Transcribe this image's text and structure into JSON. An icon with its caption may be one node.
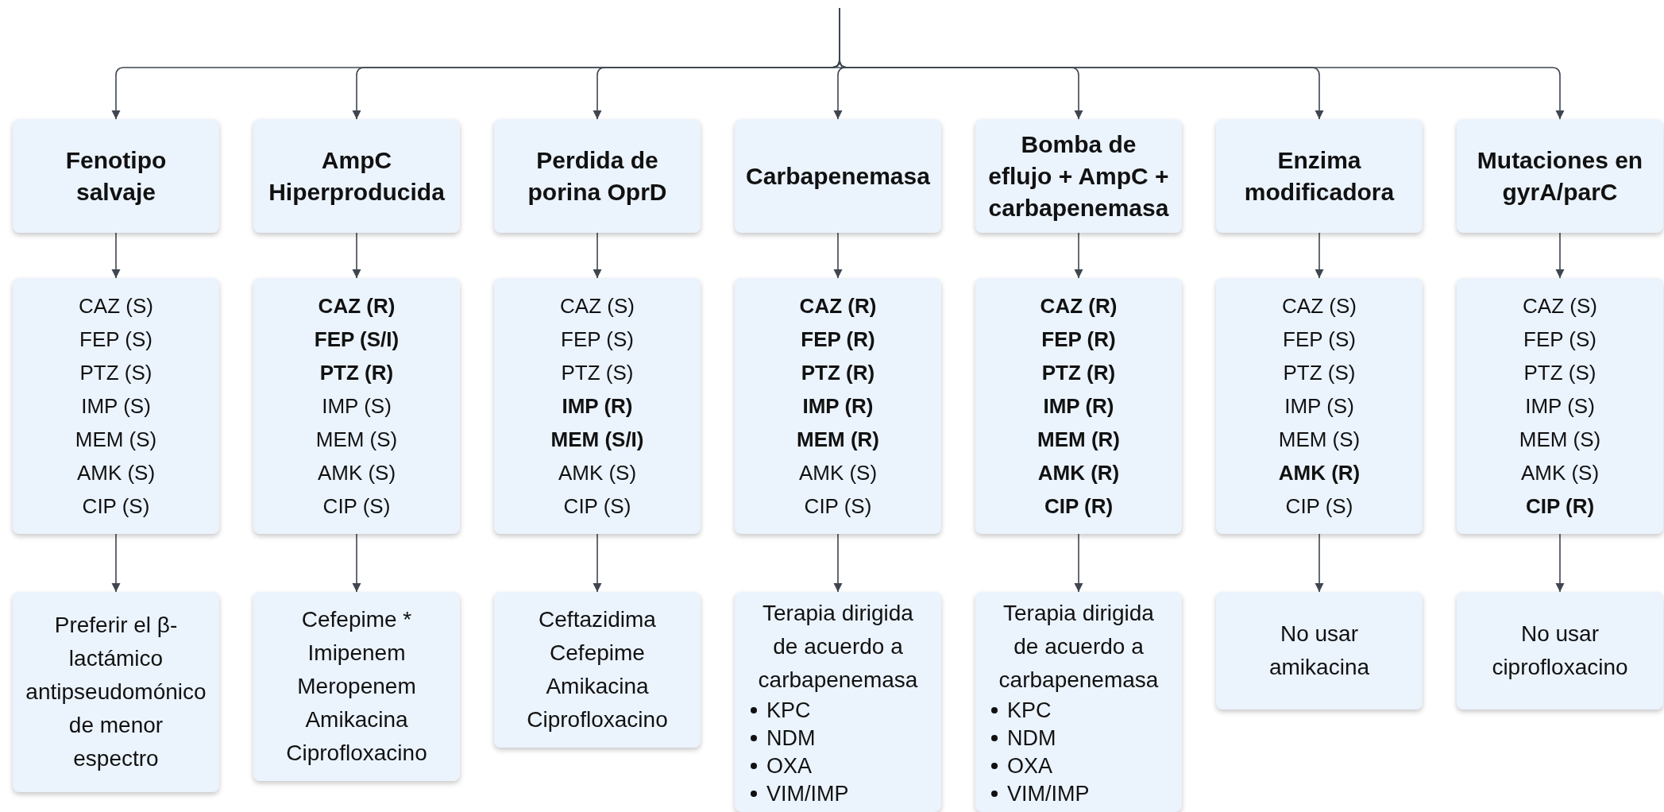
{
  "diagram": {
    "nodes": [
      {
        "text": [
          "Fenotipo salvaje"
        ]
      },
      {
        "text": [
          "AmpC Hiperproducida"
        ]
      },
      {
        "text": [
          "Perdida de porina OprD"
        ]
      },
      {
        "text": [
          "Carbapenemasa"
        ]
      },
      {
        "text": [
          "Bomba de eflujo + AmpC + carbapenemasa"
        ]
      },
      {
        "text": [
          "Enzima modificadora"
        ]
      },
      {
        "text": [
          "Mutaciones en gyrA/parC"
        ]
      },
      {
        "text": [
          "CAZ (S)",
          "FEP (S)",
          "PTZ (S)",
          "IMP (S)",
          "MEM (S)",
          "AMK (S)",
          "CIP (S)"
        ]
      },
      {
        "text": [
          "**CAZ (R)**",
          "**FEP (S/I)**",
          "**PTZ (R)**",
          "IMP (S)",
          "MEM (S)",
          "AMK (S)",
          "CIP (S)"
        ]
      },
      {
        "text": [
          "CAZ (S)",
          "FEP (S)",
          "PTZ (S)",
          "**IMP (R)**",
          "**MEM (S/I)**",
          "AMK (S)",
          "CIP (S)"
        ]
      },
      {
        "text": [
          "**CAZ (R)**",
          "**FEP (R)**",
          "**PTZ (R)**",
          "**IMP (R)**",
          "**MEM (R)**",
          "AMK (S)",
          "CIP (S)"
        ]
      },
      {
        "text": [
          "**CAZ (R)**",
          "**FEP (R)**",
          "**PTZ (R)**",
          "**IMP (R)**",
          "**MEM (R)**",
          "**AMK (R)**",
          "**CIP (R)**"
        ]
      },
      {
        "text": [
          "CAZ (S)",
          "FEP (S)",
          "PTZ (S)",
          "IMP (S)",
          "MEM (S)",
          "**AMK (R)**",
          "CIP (S)"
        ]
      },
      {
        "text": [
          "CAZ (S)",
          "FEP (S)",
          "PTZ (S)",
          "IMP (S)",
          "MEM (S)",
          "AMK (S)",
          "**CIP (R)**"
        ]
      },
      {
        "text": [
          "Preferir el β-lactámico antipseudomónico de menor espectro"
        ]
      },
      {
        "text": [
          "Cefepime *",
          "Imipenem",
          "Meropenem",
          "Amikacina",
          "Ciprofloxacino"
        ]
      },
      {
        "text": [
          "Ceftazidima",
          "Cefepime",
          "Amikacina",
          "Ciprofloxacino"
        ]
      },
      {
        "text": [
          "Terapia dirigida de acuerdo a carbapenemasa",
          "KPC",
          "NDM",
          "OXA",
          "VIM/IMP"
        ]
      },
      {
        "text": [
          "Terapia dirigida de acuerdo a carbapenemasa",
          "KPC",
          "NDM",
          "OXA",
          "VIM/IMP"
        ]
      },
      {
        "text": [
          "No usar amikacina"
        ]
      },
      {
        "text": [
          "No usar ciprofloxacino"
        ]
      }
    ],
    "edges": [
      {
        "from": null,
        "to": 0,
        "arrow": "to"
      },
      {
        "from": null,
        "to": 1,
        "arrow": "to"
      },
      {
        "from": null,
        "to": 2,
        "arrow": "to"
      },
      {
        "from": null,
        "to": 3,
        "arrow": "to"
      },
      {
        "from": null,
        "to": 4,
        "arrow": "to"
      },
      {
        "from": null,
        "to": 5,
        "arrow": "to"
      },
      {
        "from": null,
        "to": 6,
        "arrow": "to"
      },
      {
        "from": 0,
        "to": 7,
        "arrow": "to"
      },
      {
        "from": 1,
        "to": 8,
        "arrow": "to"
      },
      {
        "from": 2,
        "to": 9,
        "arrow": "to"
      },
      {
        "from": 3,
        "to": 10,
        "arrow": "to"
      },
      {
        "from": 4,
        "to": 11,
        "arrow": "to"
      },
      {
        "from": 5,
        "to": 12,
        "arrow": "to"
      },
      {
        "from": 6,
        "to": 13,
        "arrow": "to"
      },
      {
        "from": 7,
        "to": 14,
        "arrow": "to"
      },
      {
        "from": 8,
        "to": 15,
        "arrow": "to"
      },
      {
        "from": 9,
        "to": 16,
        "arrow": "to"
      },
      {
        "from": 10,
        "to": 17,
        "arrow": "to"
      },
      {
        "from": 11,
        "to": 18,
        "arrow": "to"
      },
      {
        "from": 12,
        "to": 19,
        "arrow": "to"
      },
      {
        "from": 13,
        "to": 20,
        "arrow": "to"
      }
    ]
  }
}
